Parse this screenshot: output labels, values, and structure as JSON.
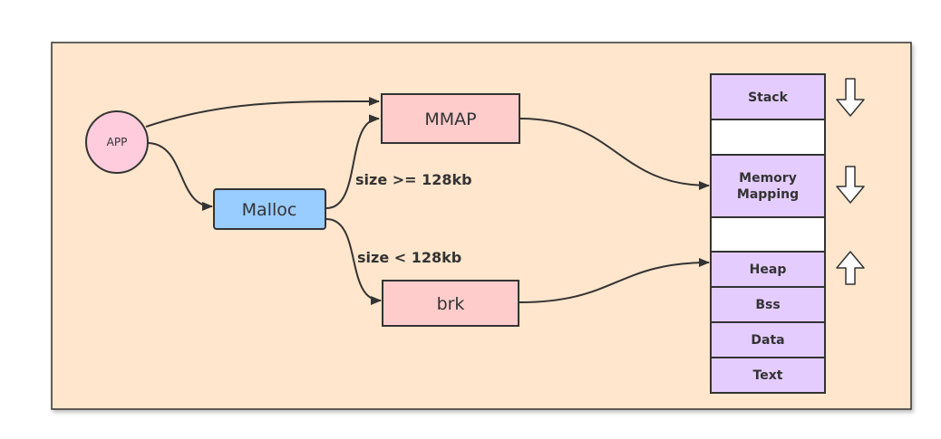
{
  "nodes": {
    "app": "APP",
    "malloc": "Malloc",
    "mmap": "MMAP",
    "brk": "brk"
  },
  "edges": {
    "large": "size >= 128kb",
    "small": "size < 128kb"
  },
  "memory_layout": {
    "stack": "Stack",
    "mapping_line1": "Memory",
    "mapping_line2": "Mapping",
    "heap": "Heap",
    "bss": "Bss",
    "data": "Data",
    "text": "Text"
  },
  "colors": {
    "background": "#ffe6cc",
    "app_fill": "#ffccdd",
    "malloc_fill": "#99ccff",
    "box_fill": "#ffcccc",
    "segment_fill": "#e5ccff",
    "gap_fill": "#ffffff",
    "stroke": "#333333"
  },
  "arrows": {
    "stack": "down-arrow-icon",
    "mapping": "down-arrow-icon",
    "heap": "up-arrow-icon"
  }
}
